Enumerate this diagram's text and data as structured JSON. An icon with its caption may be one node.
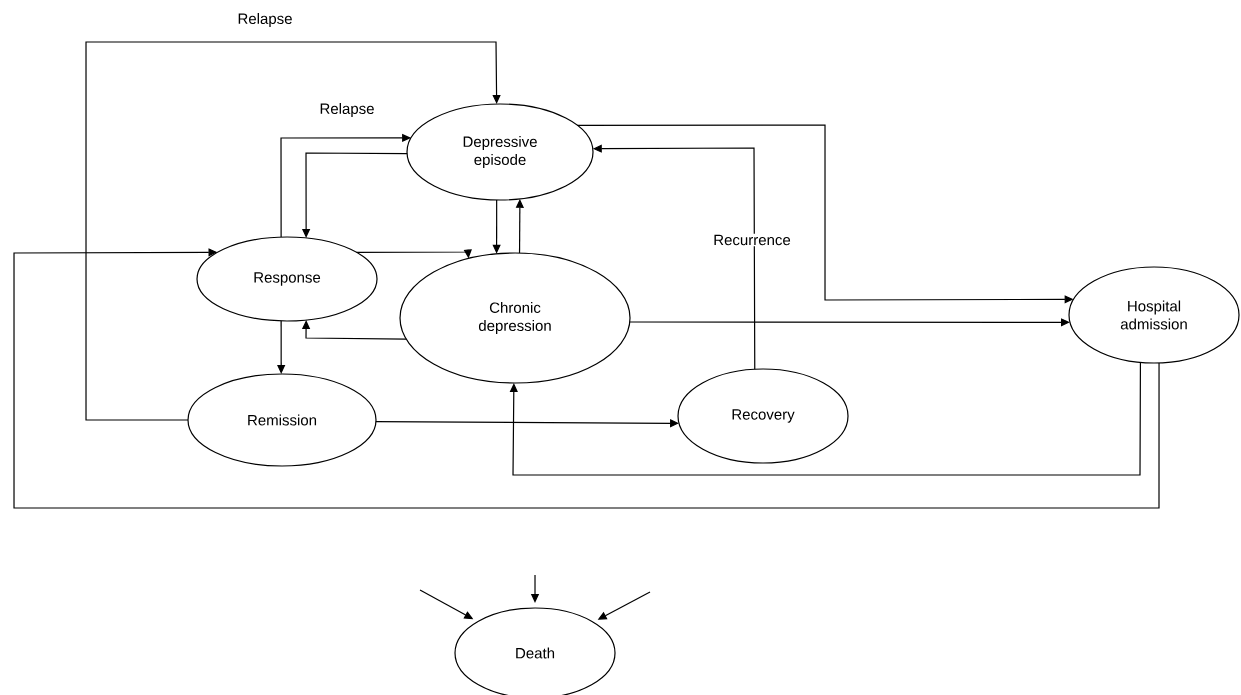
{
  "diagram": {
    "nodes": [
      {
        "text": [
          "Depressive episode"
        ]
      },
      {
        "text": [
          "Response"
        ]
      },
      {
        "text": [
          "Chronic depression"
        ]
      },
      {
        "text": [
          "Hospital admission"
        ]
      },
      {
        "text": [
          "Remission"
        ]
      },
      {
        "text": [
          "Recovery"
        ]
      },
      {
        "text": [
          "Death"
        ]
      }
    ],
    "edges": [
      {
        "from": 4,
        "to": 0,
        "arrow": "to",
        "label": "Relapse"
      },
      {
        "from": 1,
        "to": 0,
        "arrow": "to",
        "label": "Relapse"
      },
      {
        "from": 0,
        "to": 1,
        "arrow": "to"
      },
      {
        "from": 1,
        "to": 2,
        "arrow": "to"
      },
      {
        "from": 0,
        "to": 2,
        "arrow": "to"
      },
      {
        "from": 2,
        "to": 0,
        "arrow": "to"
      },
      {
        "from": 2,
        "to": 1,
        "arrow": "to"
      },
      {
        "from": 1,
        "to": 4,
        "arrow": "to"
      },
      {
        "from": 4,
        "to": 5,
        "arrow": "to"
      },
      {
        "from": 5,
        "to": 0,
        "arrow": "to",
        "label": "Recurrence"
      },
      {
        "from": 0,
        "to": 3,
        "arrow": "to"
      },
      {
        "from": 2,
        "to": 3,
        "arrow": "to"
      },
      {
        "from": 3,
        "to": 2,
        "arrow": "to"
      },
      {
        "from": 3,
        "to": 1,
        "arrow": "to"
      },
      {
        "from": null,
        "to": 6,
        "arrow": "to"
      },
      {
        "from": null,
        "to": 6,
        "arrow": "to"
      },
      {
        "from": null,
        "to": 6,
        "arrow": "to"
      }
    ]
  }
}
